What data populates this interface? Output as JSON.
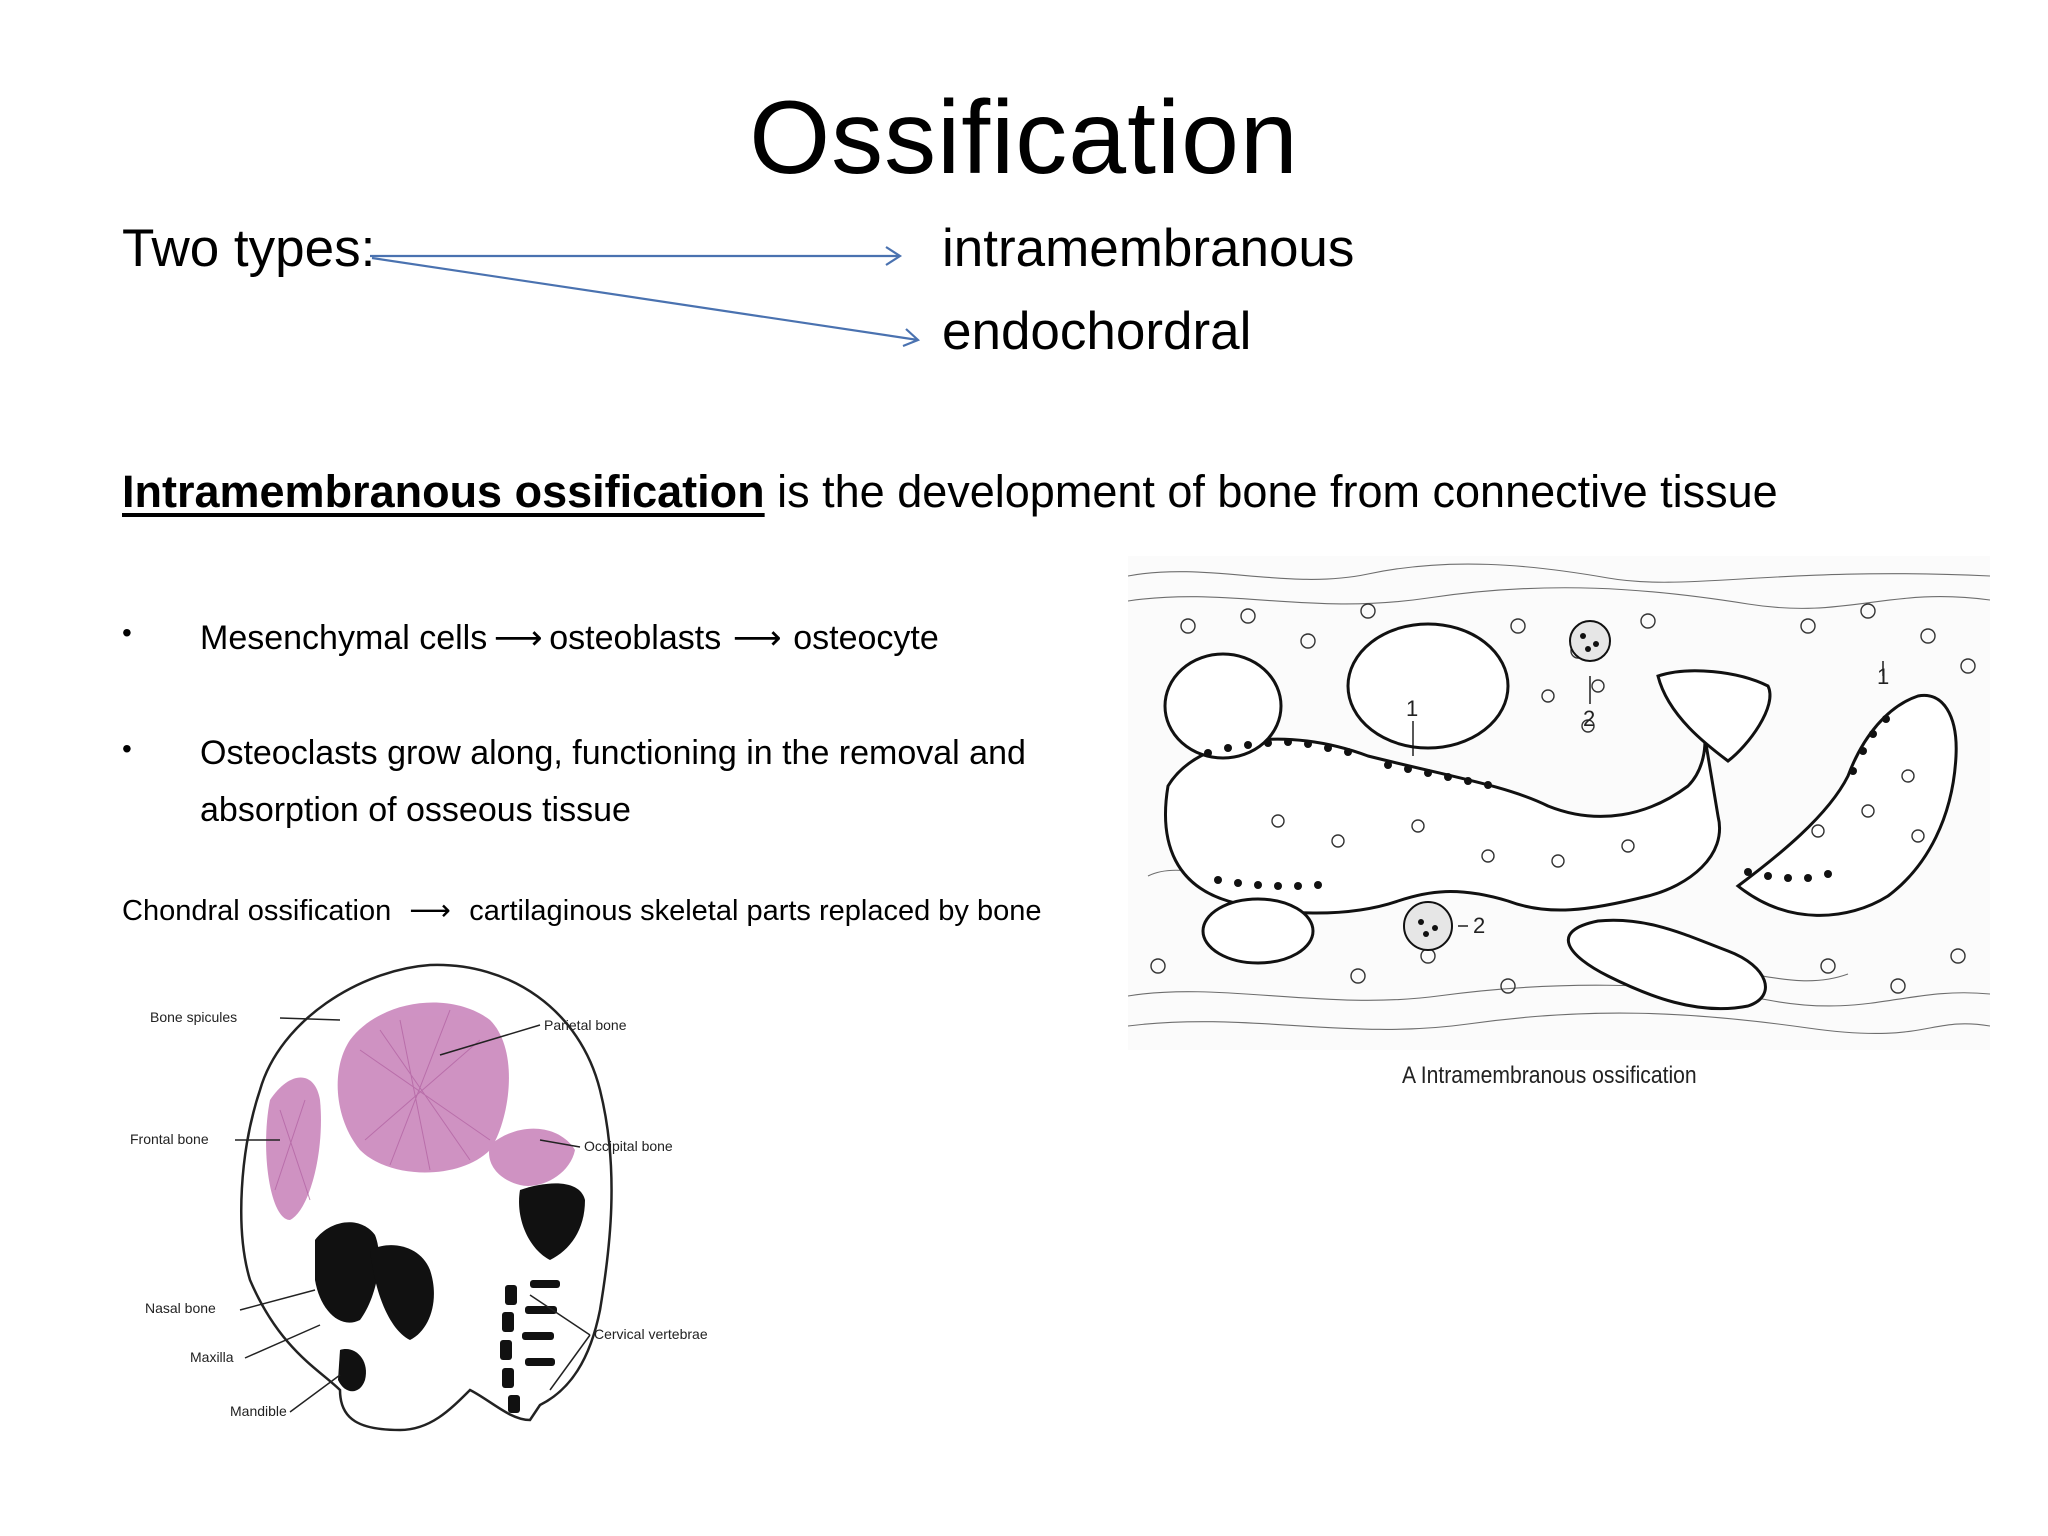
{
  "slide": {
    "title": "Ossification",
    "types_label": "Two types:",
    "type_1": "intramembranous",
    "type_2": "endochordral",
    "definition_term": "Intramembranous ossification",
    "definition_rest": " is the development of bone from connective tissue",
    "bullet_1": {
      "step_1": "Mesenchymal cells",
      "step_2": "osteoblasts",
      "step_3": "osteocyte"
    },
    "bullet_2_line_1": "Osteoclasts grow along, functioning in the removal and",
    "bullet_2_line_2": "absorption  of osseous tissue",
    "chondral_term": "Chondral ossification",
    "chondral_result": "cartilaginous skeletal parts replaced by bone"
  },
  "histology_figure": {
    "caption": "A Intramembranous ossification",
    "markers": [
      "1",
      "2",
      "2",
      "1"
    ]
  },
  "skull_figure": {
    "labels": {
      "bone_spicules": "Bone spicules",
      "parietal": "Parietal bone",
      "frontal": "Frontal bone",
      "occipital": "Occipital bone",
      "nasal": "Nasal bone",
      "maxilla": "Maxilla",
      "mandible": "Mandible",
      "cervical": "Cervical vertebrae"
    }
  },
  "colors": {
    "arrow_blue": "#4a72b0",
    "ossification_pink": "#c77fb8"
  }
}
